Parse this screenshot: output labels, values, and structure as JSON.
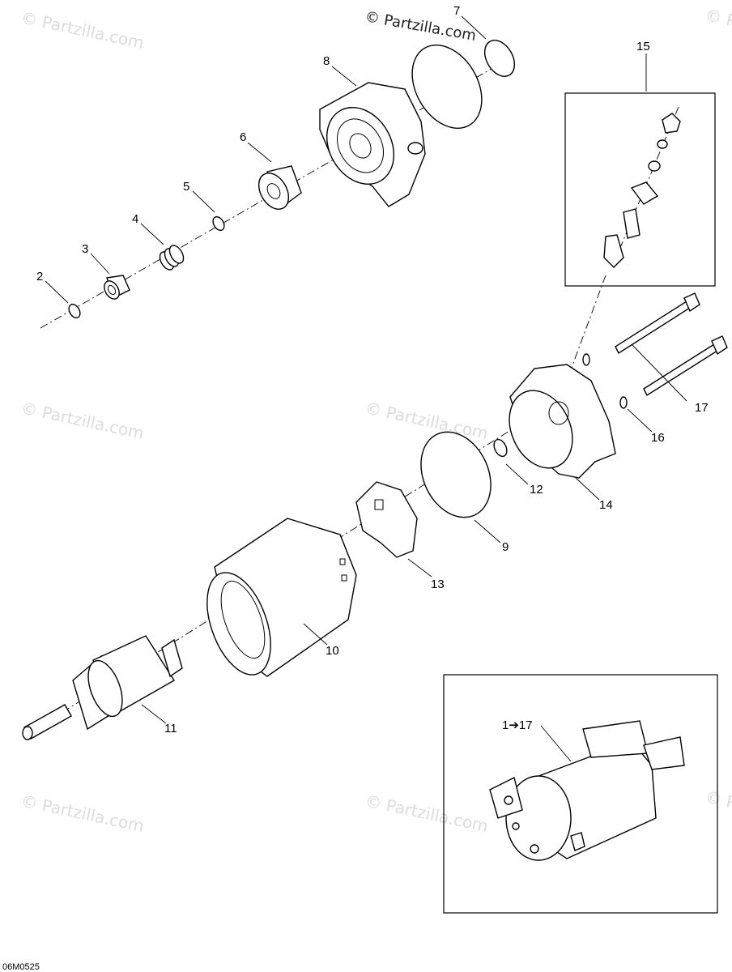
{
  "watermark": {
    "top_text": "© Partzilla.com",
    "repeat_text": "© Partzilla.com"
  },
  "callouts": [
    {
      "id": "2",
      "text": "2"
    },
    {
      "id": "3",
      "text": "3"
    },
    {
      "id": "4",
      "text": "4"
    },
    {
      "id": "5",
      "text": "5"
    },
    {
      "id": "6",
      "text": "6"
    },
    {
      "id": "7",
      "text": "7"
    },
    {
      "id": "8",
      "text": "8"
    },
    {
      "id": "9",
      "text": "9"
    },
    {
      "id": "10",
      "text": "10"
    },
    {
      "id": "11",
      "text": "11"
    },
    {
      "id": "12",
      "text": "12"
    },
    {
      "id": "13",
      "text": "13"
    },
    {
      "id": "14",
      "text": "14"
    },
    {
      "id": "15",
      "text": "15"
    },
    {
      "id": "16",
      "text": "16"
    },
    {
      "id": "17",
      "text": "17"
    }
  ],
  "assembly_label": "1➔17",
  "drawing_code": "06M0525"
}
